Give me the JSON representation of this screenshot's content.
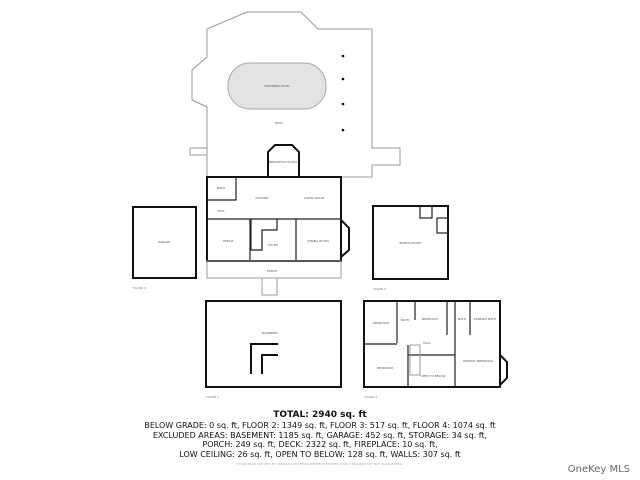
{
  "plan": {
    "rooms": {
      "pool": "SWIMMING POOL",
      "deck": "DECK",
      "breakfast": "BREAKFAST ROOM",
      "kitchen": "KITCHEN",
      "living": "LIVING ROOM",
      "bath": "BATH",
      "hall": "HALL",
      "garage": "GARAGE",
      "office": "OFFICE",
      "foyer": "FOYER",
      "dining": "DINING ROOM",
      "porch": "PORCH",
      "bonus": "BONUS ROOM",
      "basement": "BASEMENT",
      "bedroom1": "BEDROOM",
      "bath2": "BATH",
      "bedroom2": "BEDROOM",
      "bath3": "BATH",
      "primary_bath": "PRIMARY BATH",
      "hall2": "HALL",
      "bedroom3": "BEDROOM",
      "open_below": "OPEN TO BELOW",
      "primary_bedroom": "PRIMARY BEDROOM"
    },
    "floor_labels": {
      "main": "FLOOR 2",
      "bonus": "FLOOR 3",
      "basement": "FLOOR 1",
      "upper": "FLOOR 4"
    }
  },
  "stats": {
    "total": "TOTAL: 2940 sq. ft",
    "lines": [
      "BELOW GRADE: 0 sq. ft, FLOOR 2: 1349 sq. ft, FLOOR 3: 517 sq. ft, FLOOR 4: 1074 sq. ft",
      "EXCLUDED AREAS: BASEMENT: 1185 sq. ft, GARAGE: 452 sq. ft, STORAGE: 34 sq. ft,",
      "PORCH: 249 sq. ft, DECK: 2322 sq. ft, FIREPLACE: 10 sq. ft,",
      "LOW CEILING: 26 sq. ft, OPEN TO BELOW: 128 sq. ft, WALLS: 307 sq. ft"
    ],
    "credit": "FLOOR PLAN CREATED BY CUBICASA APP. MEASUREMENTS DEEMED HIGHLY RELIABLE BUT NOT GUARANTEED."
  },
  "watermark": "OneKey MLS"
}
